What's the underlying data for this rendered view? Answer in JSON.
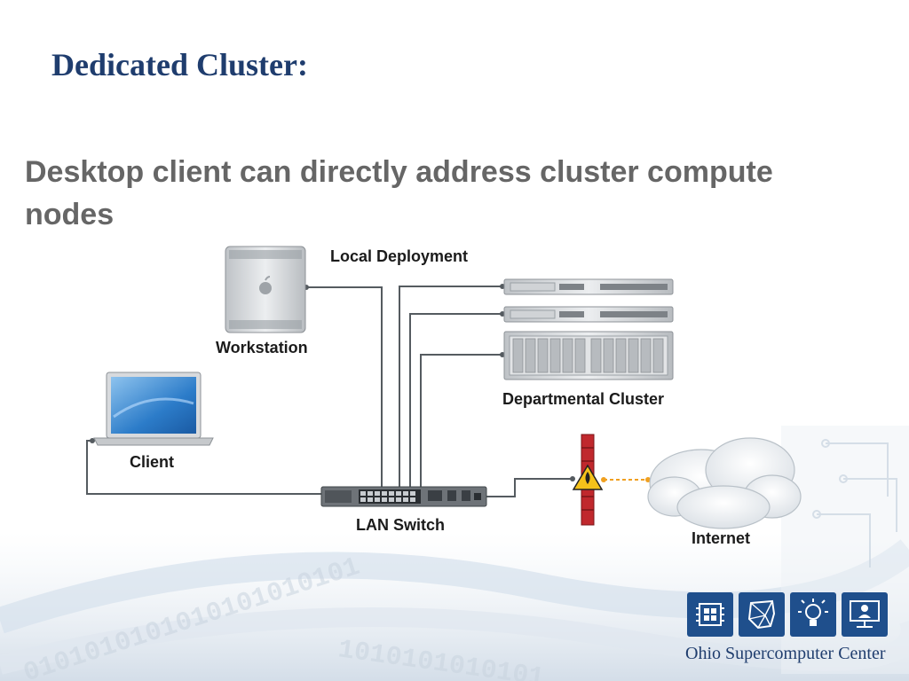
{
  "slide": {
    "title": "Dedicated Cluster:",
    "subtitle": "Desktop client can directly address cluster compute nodes"
  },
  "diagram": {
    "labels": {
      "local_deployment": "Local Deployment",
      "workstation": "Workstation",
      "client": "Client",
      "departmental_cluster": "Departmental Cluster",
      "lan_switch": "LAN Switch",
      "internet": "Internet"
    },
    "nodes": [
      "workstation",
      "client",
      "server-1",
      "server-2",
      "storage-array",
      "lan-switch",
      "firewall",
      "internet-cloud"
    ],
    "icons": [
      "apple-logo-icon",
      "fire-warning-icon"
    ]
  },
  "logo": {
    "text": "Ohio Supercomputer Center",
    "tiles": [
      "chip-icon",
      "ohio-map-icon",
      "lightbulb-icon",
      "monitor-user-icon"
    ]
  },
  "colors": {
    "title": "#1f3d6e",
    "subtitle": "#666666",
    "logo_tile": "#1f4f8c",
    "firewall": "#c0282d",
    "internet_link": "#f0a020"
  }
}
